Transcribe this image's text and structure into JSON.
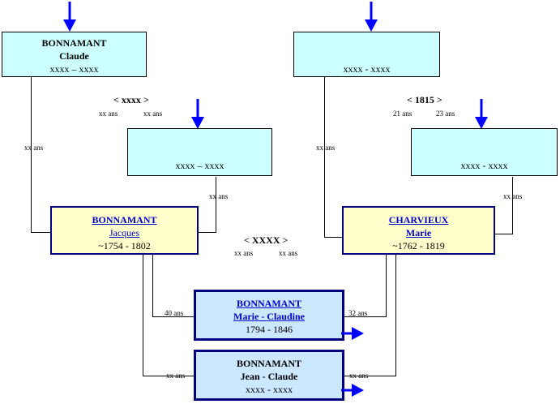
{
  "paternal_grandfather": {
    "surname": "BONNAMANT",
    "given": "Claude",
    "dates": "xxxx – xxxx"
  },
  "paternal_grandmother": {
    "dates": "xxxx – xxxx"
  },
  "paternal_grandparents_marriage": {
    "year": "< xxxx >",
    "age_husband": "xx ans",
    "age_wife": "xx ans"
  },
  "maternal_grandfather": {
    "dates": "xxxx - xxxx"
  },
  "maternal_grandmother": {
    "dates": "xxxx - xxxx"
  },
  "maternal_grandparents_marriage": {
    "year": "< 1815 >",
    "age_husband": "21 ans",
    "age_wife": "23 ans"
  },
  "father": {
    "surname": "BONNAMANT",
    "given": "Jacques",
    "dates": "~1754 - 1802",
    "age_at_child_birth": "xx ans"
  },
  "mother": {
    "surname": "CHARVIEUX",
    "given": "Marie",
    "dates": "~1762 - 1819",
    "age_at_child_birth": "xx ans"
  },
  "parents_marriage": {
    "year": "< XXXX >",
    "age_husband": "xx ans",
    "age_wife": "xx ans"
  },
  "child1": {
    "surname": "BONNAMANT",
    "given": "Marie - Claudine",
    "dates": "1794 - 1846",
    "father_age": "40 ans",
    "mother_age": "32 ans"
  },
  "child2": {
    "surname": "BONNAMANT",
    "given": "Jean - Claude",
    "dates": "xxxx - xxxx",
    "father_age": "xx ans",
    "mother_age": "xx ans"
  },
  "colors": {
    "arrow": "#0000ff",
    "ancestor_box": "#ccffff",
    "parent_box": "#ffffcc",
    "child_box": "#cce8ff",
    "link": "#0000cc",
    "border": "#000080"
  }
}
